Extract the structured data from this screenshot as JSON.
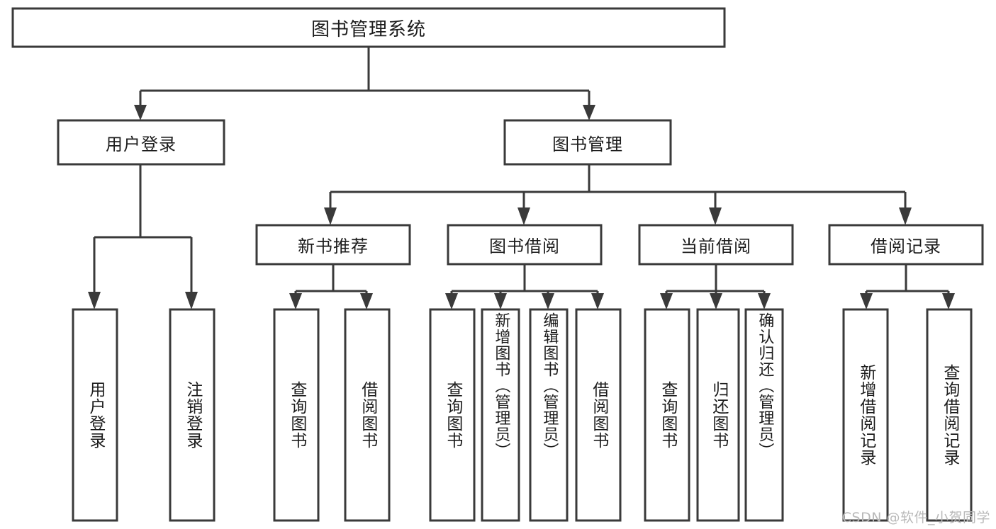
{
  "diagram": {
    "title": "图书管理系统",
    "watermark": "CSDN @软件_小贺同学",
    "type": "tree-hierarchy",
    "orientation": "top-down",
    "colors": {
      "background": "#ffffff",
      "box_stroke": "#3a3a3a",
      "box_fill": "#ffffff",
      "text": "#1c1c1c",
      "connector": "#3a3a3a",
      "watermark": "#b9b9b9"
    },
    "root": {
      "label": "图书管理系统"
    },
    "level2": [
      {
        "label": "用户登录"
      },
      {
        "label": "图书管理"
      }
    ],
    "level3": [
      {
        "label": "新书推荐"
      },
      {
        "label": "图书借阅"
      },
      {
        "label": "当前借阅"
      },
      {
        "label": "借阅记录"
      }
    ],
    "leaves_user_login": [
      {
        "label": "用户登录"
      },
      {
        "label": "注销登录"
      }
    ],
    "leaves_new_book": [
      {
        "label": "查询图书"
      },
      {
        "label": "借阅图书"
      }
    ],
    "leaves_borrow": [
      {
        "label": "查询图书"
      },
      {
        "label": "新增图书（管理员）"
      },
      {
        "label": "编辑图书（管理员）"
      },
      {
        "label": "借阅图书"
      }
    ],
    "leaves_current": [
      {
        "label": "查询图书"
      },
      {
        "label": "归还图书"
      },
      {
        "label": "确认归还（管理员）"
      }
    ],
    "leaves_record": [
      {
        "label": "新增借阅记录"
      },
      {
        "label": "查询借阅记录"
      }
    ]
  }
}
